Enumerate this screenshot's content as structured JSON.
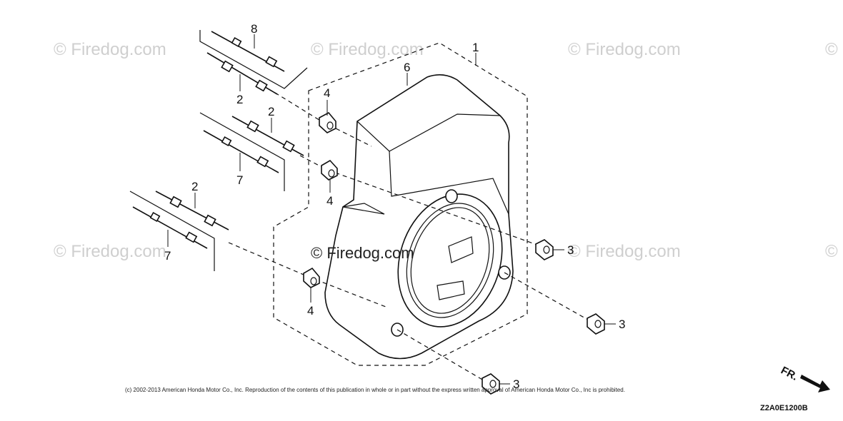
{
  "watermarks": {
    "text": "© Firedog.com",
    "center": "© Firedog.com",
    "edge_glyph": "©"
  },
  "callouts": {
    "shroud_assembly": "1",
    "shroud_cover": "6",
    "stud_top": "8",
    "stud_a": "2",
    "stud_b": "2",
    "stud_c": "2",
    "stud_mid": "7",
    "stud_low": "7",
    "collar_top": "4",
    "collar_mid": "4",
    "collar_low": "4",
    "nut_right_top": "3",
    "nut_right_mid": "3",
    "nut_bottom": "3"
  },
  "copyright": "(c) 2002-2013 American Honda Motor Co., Inc. Reproduction of the contents of this publication in whole or in part without the express written approval of American Honda Motor Co., Inc is prohibited.",
  "diagram_code": "Z2A0E1200B",
  "direction_label": "FR."
}
